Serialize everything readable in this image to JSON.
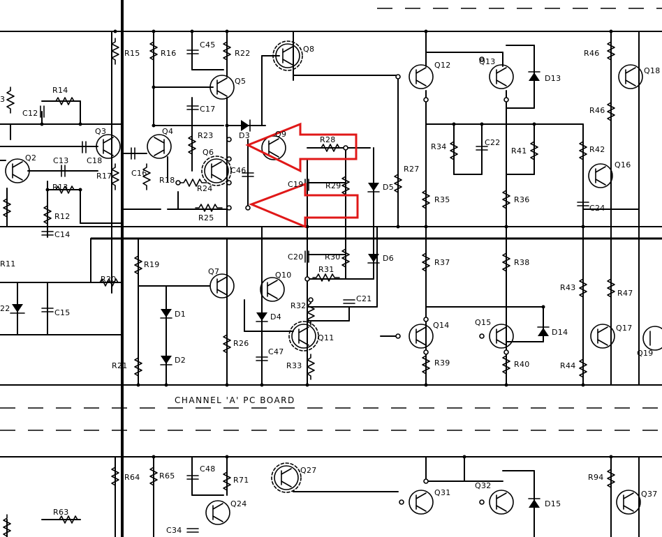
{
  "board_caption": "CHANNEL 'A' PC BOARD",
  "resistors": {
    "R15": "R15",
    "R16": "R16",
    "R22": "R22",
    "R14": "R14",
    "R13": "R13",
    "R12": "R12",
    "R17": "R17",
    "R18": "R18",
    "R23": "R23",
    "R24": "R24",
    "R25": "R25",
    "R27": "R27",
    "R28": "R28",
    "R29": "R29",
    "R30": "R30",
    "R31": "R31",
    "R32": "R32",
    "R33": "R33",
    "R34": "R34",
    "R35": "R35",
    "R36": "R36",
    "R37": "R37",
    "R38": "R38",
    "R39": "R39",
    "R40": "R40",
    "R41": "R41",
    "R42": "R42",
    "R43": "R43",
    "R44": "R44",
    "R46": "R46",
    "R47": "R47",
    "R19": "R19",
    "R20": "R20",
    "R21": "R21",
    "R26": "R26",
    "R11": "R11",
    "R64": "R64",
    "R65": "R65",
    "R71": "R71",
    "R63": "R63",
    "R94": "R94",
    "R3": "3"
  },
  "capacitors": {
    "C45": "C45",
    "C17": "C17",
    "C12": "C12",
    "C13": "C13",
    "C18": "C18",
    "C16": "C16",
    "C46": "C46",
    "C22": "C22",
    "C24": "C24",
    "C19": "C19",
    "C20": "C20",
    "C21": "C21",
    "C47": "C47",
    "C14": "C14",
    "C15": "C15",
    "C48": "C48",
    "C34": "C34"
  },
  "transistors": {
    "Q2": "Q2",
    "Q3": "Q3",
    "Q4": "Q4",
    "Q5": "Q5",
    "Q6": "Q6",
    "Q7": "Q7",
    "Q8": "Q8",
    "Q9": "Q9",
    "Q10": "Q10",
    "Q11": "Q11",
    "Q12": "Q12",
    "Q13": "Q13",
    "Q14": "Q14",
    "Q15": "Q15",
    "Q16": "Q16",
    "Q17": "Q17",
    "Q18": "Q18",
    "Q19": "Q19",
    "Q24": "Q24",
    "Q27": "Q27",
    "Q31": "Q31",
    "Q32": "Q32",
    "Q37": "Q37"
  },
  "diodes": {
    "D1": "D1",
    "D2": "D2",
    "D3": "D3",
    "D4": "D4",
    "D5": "D5",
    "D6": "D6",
    "D13": "D13",
    "D14": "D14",
    "D15": "D15",
    "D22": "22"
  },
  "annotations": {
    "arrow_color": "#e01818"
  }
}
